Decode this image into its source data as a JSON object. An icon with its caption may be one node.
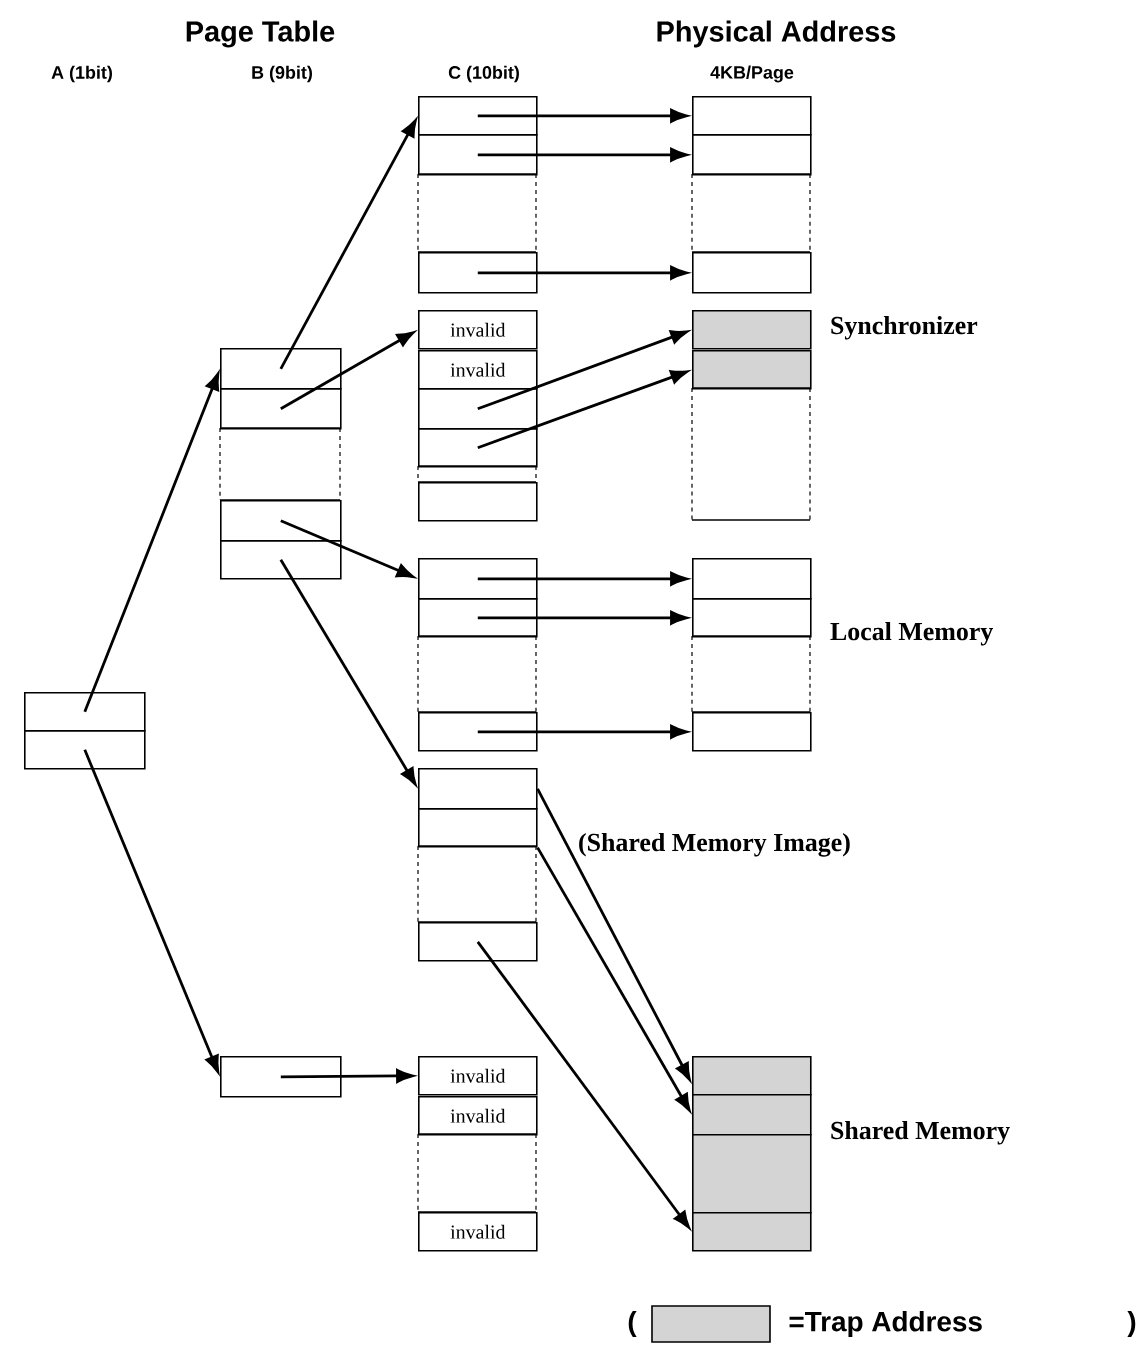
{
  "diagram": {
    "nodes": [
      {
        "text": [],
        "shape": "box"
      },
      {
        "text": [],
        "shape": "box"
      },
      {
        "text": [],
        "shape": "box"
      },
      {
        "text": [],
        "shape": "box"
      },
      {
        "text": [],
        "shape": "box"
      },
      {
        "text": [],
        "shape": "box"
      },
      {
        "text": [],
        "shape": "box"
      },
      {
        "text": [],
        "shape": "box"
      },
      {
        "text": [],
        "shape": "box"
      },
      {
        "text": [],
        "shape": "box"
      },
      {
        "text": [],
        "shape": "box"
      },
      {
        "text": [],
        "shape": "box"
      },
      {
        "text": [
          "invalid"
        ]
      },
      {
        "text": [
          "invalid"
        ]
      },
      {
        "text": [],
        "shape": "box"
      },
      {
        "text": [],
        "shape": "box"
      },
      {
        "text": [],
        "shape": "box"
      },
      {
        "text": [],
        "shape": "box"
      },
      {
        "text": [],
        "shape": "box"
      },
      {
        "text": [],
        "shape": "box"
      },
      {
        "text": [],
        "shape": "box"
      },
      {
        "text": [],
        "shape": "box"
      },
      {
        "text": [],
        "shape": "box"
      },
      {
        "text": [],
        "shape": "box",
        "beside": [
          "(Shared Memory Image)"
        ]
      },
      {
        "text": [],
        "shape": "box"
      },
      {
        "text": [],
        "shape": "box"
      },
      {
        "text": [
          "invalid"
        ]
      },
      {
        "text": [
          "invalid"
        ]
      },
      {
        "text": [],
        "shape": "box"
      },
      {
        "text": [
          "invalid"
        ]
      },
      {
        "text": [],
        "shape": "box"
      },
      {
        "text": [],
        "shape": "box"
      },
      {
        "text": [],
        "shape": "box"
      },
      {
        "text": [],
        "shape": "box"
      },
      {
        "text": [],
        "shape": "box",
        "beside": [
          "Synchronizer"
        ]
      },
      {
        "text": [],
        "shape": "box"
      },
      {
        "text": [],
        "shape": "box"
      },
      {
        "text": [],
        "shape": "box"
      },
      {
        "text": [],
        "shape": "box",
        "beside": [
          "Local Memory"
        ]
      },
      {
        "text": [],
        "shape": "box"
      },
      {
        "text": [],
        "shape": "box"
      },
      {
        "text": [],
        "shape": "box"
      },
      {
        "text": [],
        "shape": "box",
        "beside": [
          "Shared Memory"
        ]
      },
      {
        "text": [],
        "shape": "box"
      },
      {
        "text": [],
        "shape": "box"
      }
    ],
    "edges": [
      {
        "from": 0,
        "to": 2,
        "arrow": "to"
      },
      {
        "from": 1,
        "to": 7,
        "arrow": "to"
      },
      {
        "from": 2,
        "to": 8,
        "arrow": "to"
      },
      {
        "from": 3,
        "to": 12,
        "arrow": "to"
      },
      {
        "from": 5,
        "to": 18,
        "arrow": "to"
      },
      {
        "from": 6,
        "to": 22,
        "arrow": "to"
      },
      {
        "from": 7,
        "to": 26,
        "arrow": "to"
      },
      {
        "from": 8,
        "to": 30,
        "arrow": "to"
      },
      {
        "from": 9,
        "to": 31,
        "arrow": "to"
      },
      {
        "from": 11,
        "to": 33,
        "arrow": "to"
      },
      {
        "from": 14,
        "to": 34,
        "arrow": "to"
      },
      {
        "from": 15,
        "to": 35,
        "arrow": "to"
      },
      {
        "from": 18,
        "to": 37,
        "arrow": "to"
      },
      {
        "from": 19,
        "to": 38,
        "arrow": "to"
      },
      {
        "from": 21,
        "to": 40,
        "arrow": "to"
      },
      {
        "from": 22,
        "to": 41,
        "arrow": "to"
      },
      {
        "from": 23,
        "to": 42,
        "arrow": "to"
      },
      {
        "from": 25,
        "to": 44,
        "arrow": "to"
      }
    ],
    "labels": [
      "Page Table",
      "Physical Address",
      "A (1bit)",
      "B (9bit)",
      "C (10bit)",
      "4KB/Page",
      "(",
      ")"
    ],
    "legend": [
      {
        "text": "=Trap Address",
        "color": "#d4d4d4"
      }
    ]
  }
}
